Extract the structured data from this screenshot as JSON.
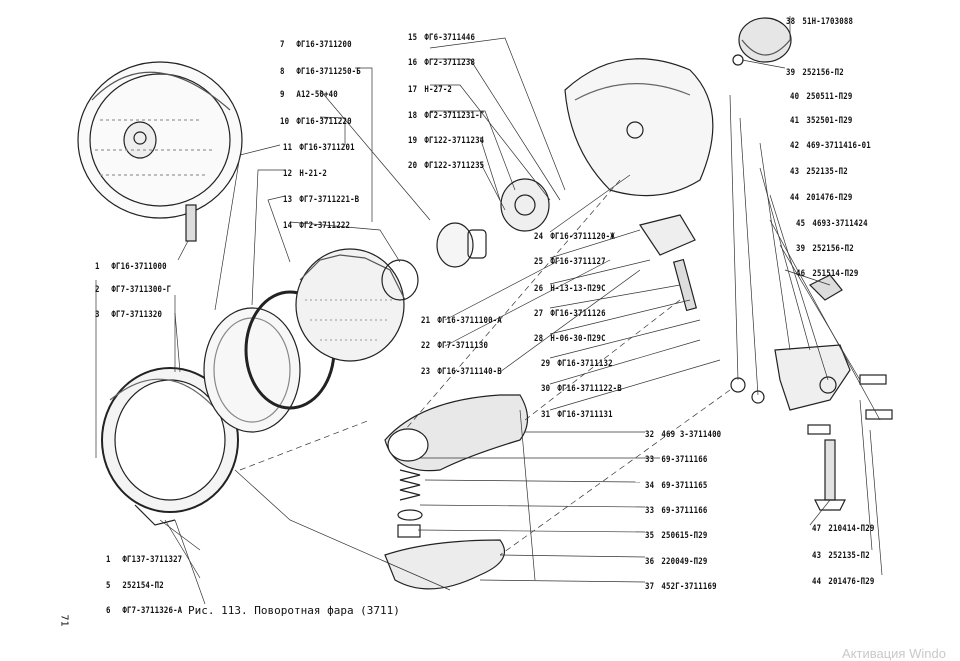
{
  "caption": "Рис. 113. Поворотная фара (3711)",
  "page_number": "71",
  "watermark": "Активация Windo",
  "parts": [
    {
      "num": "1",
      "code": "ФГ16-3711000"
    },
    {
      "num": "2",
      "code": "ФГ7-3711300-Г"
    },
    {
      "num": "3",
      "code": "ФГ7-3711320"
    },
    {
      "num": "7",
      "code": "ФГ16-3711200"
    },
    {
      "num": "8",
      "code": "ФГ16-3711250-Б"
    },
    {
      "num": "9",
      "code": "А12-50+40"
    },
    {
      "num": "10",
      "code": "ФГ16-3711220"
    },
    {
      "num": "11",
      "code": "ФГ16-3711201"
    },
    {
      "num": "12",
      "code": "Н-21-2"
    },
    {
      "num": "13",
      "code": "ФГ7-3711221-В"
    },
    {
      "num": "14",
      "code": "ФГ2-3711222"
    },
    {
      "num": "15",
      "code": "ФГ6-3711446"
    },
    {
      "num": "16",
      "code": "ФГ2-3711238"
    },
    {
      "num": "17",
      "code": "Н-27-2"
    },
    {
      "num": "18",
      "code": "ФГ2-3711231-Г"
    },
    {
      "num": "19",
      "code": "ФГ122-3711234"
    },
    {
      "num": "20",
      "code": "ФГ122-3711235"
    },
    {
      "num": "21",
      "code": "ФГ16-3711100-А"
    },
    {
      "num": "22",
      "code": "ФГ7-3711130"
    },
    {
      "num": "23",
      "code": "ФГ16-3711140-В"
    },
    {
      "num": "24",
      "code": "ФГ16-3711120-Ж"
    },
    {
      "num": "25",
      "code": "ФГ16-3711127"
    },
    {
      "num": "26",
      "code": "Н-13-13-П29С"
    },
    {
      "num": "27",
      "code": "ФГ16-3711126"
    },
    {
      "num": "28",
      "code": "Н-06-30-П29С"
    },
    {
      "num": "29",
      "code": "ФГ16-3711132"
    },
    {
      "num": "30",
      "code": "ФГ16-3711122-В"
    },
    {
      "num": "31",
      "code": "ФГ16-3711131"
    },
    {
      "num": "32",
      "code": "469 3-3711400"
    },
    {
      "num": "33",
      "code": "69-3711166"
    },
    {
      "num": "34",
      "code": "69-3711165"
    },
    {
      "num": "33",
      "code": "69-3711166"
    },
    {
      "num": "35",
      "code": "250615-П29"
    },
    {
      "num": "36",
      "code": "220049-П29"
    },
    {
      "num": "37",
      "code": "452Г-3711169"
    },
    {
      "num": "38",
      "code": "51Н-1703088"
    },
    {
      "num": "39",
      "code": "252156-П2"
    },
    {
      "num": "40",
      "code": "250511-П29"
    },
    {
      "num": "41",
      "code": "352501-П29"
    },
    {
      "num": "42",
      "code": "469-3711416-01"
    },
    {
      "num": "43",
      "code": "252135-П2"
    },
    {
      "num": "44",
      "code": "201476-П29"
    },
    {
      "num": "45",
      "code": "469З-3711424"
    },
    {
      "num": "39",
      "code": "252156-П2"
    },
    {
      "num": "46",
      "code": "251514-П29"
    },
    {
      "num": "47",
      "code": "210414-П29"
    },
    {
      "num": "43",
      "code": "252135-П2"
    },
    {
      "num": "44",
      "code": "201476-П29"
    },
    {
      "num": "1",
      "code": "ФГ137-3711327"
    },
    {
      "num": "5",
      "code": "252154-П2"
    },
    {
      "num": "6",
      "code": "ФГ7-3711326-А"
    }
  ]
}
